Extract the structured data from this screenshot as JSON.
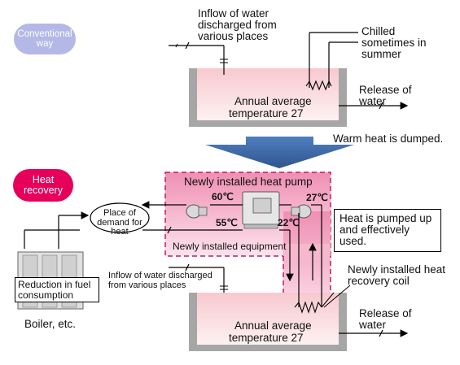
{
  "conventional": {
    "badge": "Conventional way",
    "inflow_label": "Inflow of water discharged from various places",
    "chilled_label": "Chilled sometimes in summer",
    "tank_label_1": "Annual average",
    "tank_label_2": "temperature 27",
    "release_label_1": "Release of",
    "release_label_2": "water",
    "warm_heat_label": "Warm heat is dumped."
  },
  "recovery": {
    "badge": "Heat recovery",
    "heat_pump_title": "Newly installed heat pump",
    "equipment_label": "Newly installed equipment",
    "temp_60": "60℃",
    "temp_27": "27℃",
    "temp_55": "55℃",
    "temp_22": "22℃",
    "demand_label": "Place of demand for heat",
    "pumped_note": "Heat is pumped up and effectively used.",
    "coil_label": "Newly installed heat recovery coil",
    "inflow_label": "Inflow of water discharged from various places",
    "tank_label_1": "Annual average",
    "tank_label_2": "temperature 27",
    "release_label_1": "Release of",
    "release_label_2": "water",
    "fuel_label": "Reduction in fuel consumption",
    "boiler_label": "Boiler, etc."
  },
  "colors": {
    "badge_conventional": "#b3b8e6",
    "badge_heat": "#e6005a",
    "tank_fill": "#f9dada",
    "tank_wall": "#a6a6a6",
    "arrow_blue": "#3f6aa8",
    "heat_pump_border": "#c0186a",
    "heat_pump_fill": "#f9c3d6"
  }
}
